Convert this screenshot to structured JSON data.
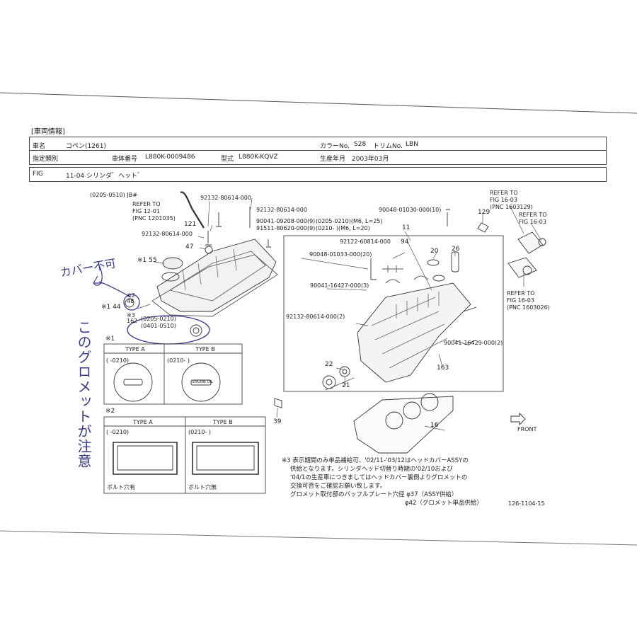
{
  "header": {
    "section_title": "[車両情報]",
    "row1": {
      "car_name_label": "車名",
      "car_name_value": "コペン(1261)",
      "color_label": "カラーNo.",
      "color_value": "S28",
      "trim_label": "トリムNo.",
      "trim_value": "LBN"
    },
    "row2": {
      "designation_label": "指定類別",
      "body_no_label": "車体番号",
      "body_no_value": "L880K-0009486",
      "model_label": "型式",
      "model_value": "L880K-KQVZ",
      "prod_label": "生産年月",
      "prod_value": "2003年03月"
    },
    "row3": {
      "fig_label": "FIG",
      "fig_value": "11-04 シリンダ゛ヘット゛"
    }
  },
  "parts": {
    "top_left_date": "(0205-0510) JB#",
    "refer_fig_12": [
      "REFER TO",
      "FIG 12-01",
      "(PNC 1201035)"
    ],
    "p92132_80614_a": "92132-80614-000",
    "p92132_80614_b": "92132-80614-000",
    "p92132_80614_c": "92132-80614-000",
    "p92132_80614_d": "92132-80614-000(2)",
    "p90041_09208": "90041-09208-000(9)",
    "p91511_80620": "91511-80620-000(9)",
    "range_a": "(0205-0210)(M6, L=25)",
    "range_b": "(0210-      )(M6, L=20)",
    "p90048_01030": "90048-01030-000(10)",
    "p92122_60814": "92122-60814-000",
    "p90048_01033": "90048-01033-000(20)",
    "p90041_16427": "90041-16427-000(3)",
    "p90041_16429": "90041-16429-000(2)",
    "refer_fig_16a": [
      "REFER TO",
      "FIG  16-03",
      "(PNC 1603129)"
    ],
    "refer_fig_16b": [
      "REFER TO",
      "FIG  16-03"
    ],
    "refer_fig_16c": [
      "REFER TO",
      "FIG  16-03",
      "(PNC 1603026)"
    ],
    "n121": "121",
    "n47": "47",
    "n55": "※1 55",
    "n44": "※1 44",
    "n48": "※2\n48",
    "n162": "※3\n162",
    "n162_range1": "(0205-0210)",
    "n162_range2": "(0401-0510)",
    "n11": "11",
    "n94": "94",
    "n20": "20",
    "n26": "26",
    "n129": "129",
    "n22": "22",
    "n21": "21",
    "n163": "163",
    "n39": "39",
    "n16": "16",
    "front": "FRONT"
  },
  "type_tables": {
    "mark1": "※1",
    "mark2": "※2",
    "table1": {
      "type_a": "TYPE A",
      "type_b": "TYPE B",
      "range_a": "(     -0210)",
      "range_b": "(0210-       )",
      "cap_b_text": "ENGINE OIL"
    },
    "table2": {
      "type_a": "TYPE A",
      "type_b": "TYPE B",
      "range_a": "(     -0210)",
      "range_b": "(0210-       )",
      "caption_a": "ボルト穴有",
      "caption_b": "ボルト穴無"
    }
  },
  "notes": {
    "line1": "※3  表示期間のみ単品補給可、'02/11-'03/12はヘッドカバーASSYの",
    "line2": "供給となります。シリンダヘッド切替り時期の'02/10および",
    "line3": "'04/1の生産車につきましてはヘッドカバー裏側よりグロメットの",
    "line4": "交換可否をご確認お願い致します。",
    "line5": "グロメット取付部のバッフルプレート穴径  φ37（ASSY供給）",
    "line6": "φ42（グロメット単品供給）",
    "doc_id": "126-1104-15"
  },
  "handwriting": {
    "cover": "カバー不可",
    "vertical": "このグロメットが注意"
  }
}
